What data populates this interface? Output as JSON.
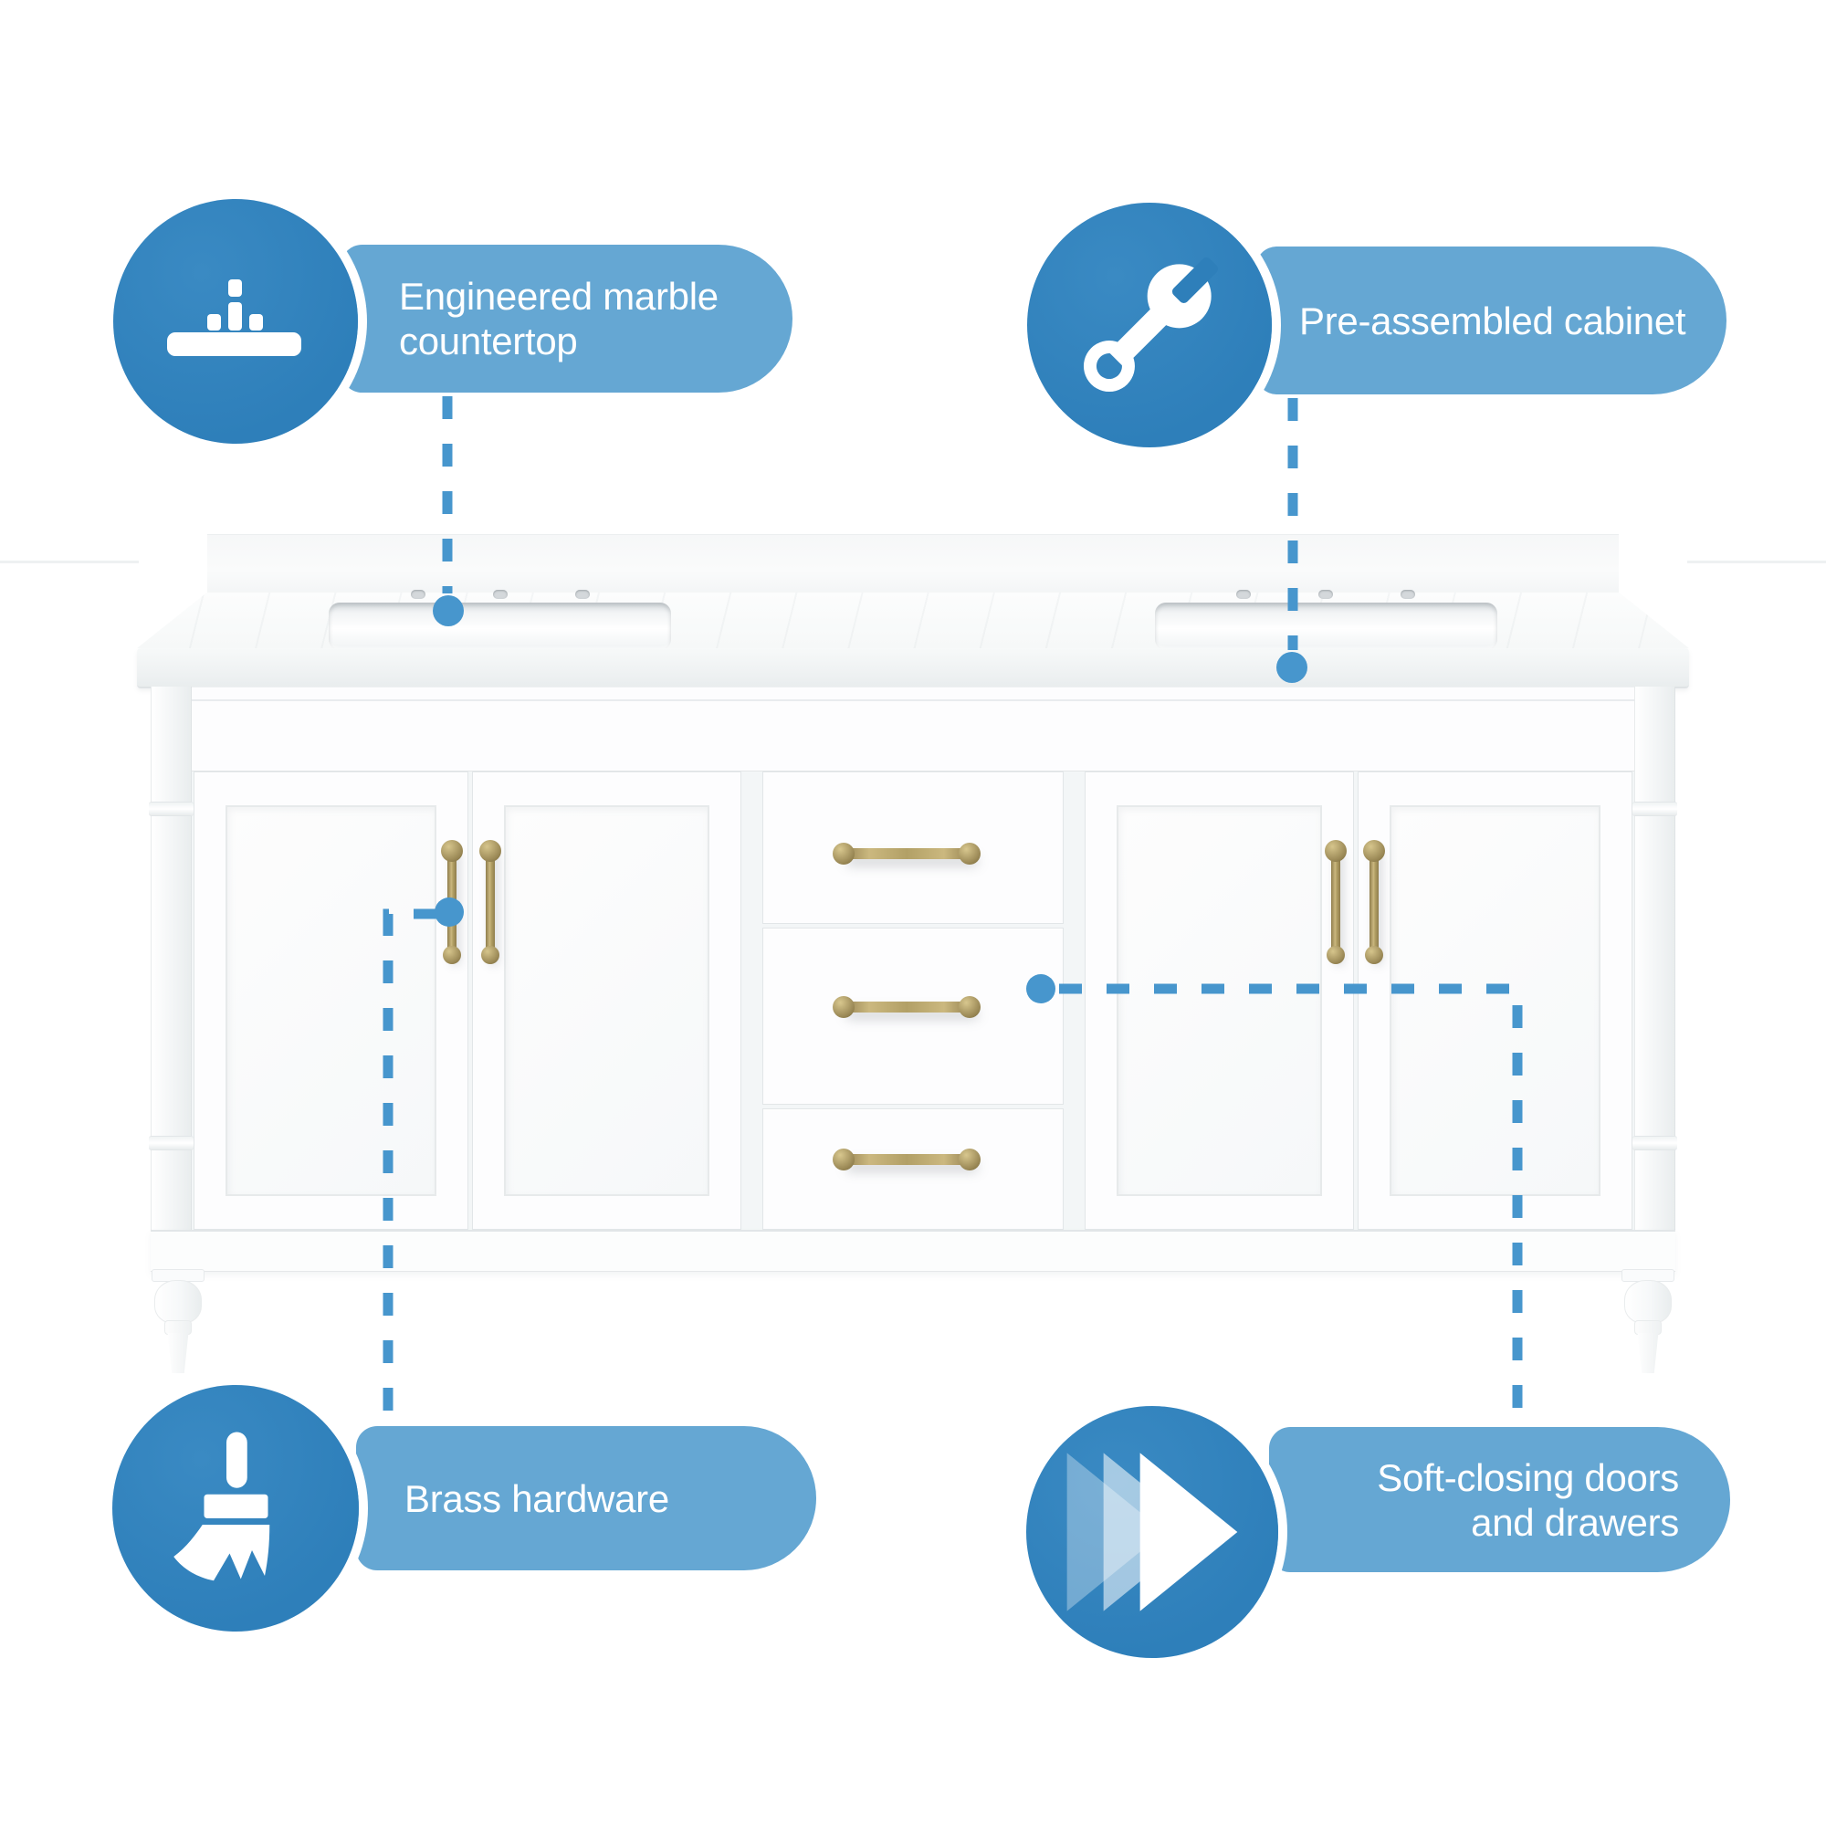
{
  "scene": {
    "description": "White double-sink bathroom vanity with marble countertop and backsplash, four shaker doors, three center drawers, antique brass pulls and turned feet"
  },
  "callouts": {
    "countertop": {
      "icon": "countertop-icon",
      "lines": [
        "Engineered marble",
        "countertop"
      ]
    },
    "cabinet": {
      "icon": "wrench-icon",
      "lines": [
        "Pre-assembled cabinet"
      ]
    },
    "hardware": {
      "icon": "brush-icon",
      "lines": [
        "Brass hardware"
      ]
    },
    "soft_close": {
      "icon": "fast-forward-icon",
      "lines": [
        "Soft-closing doors",
        "and drawers"
      ]
    }
  },
  "colors": {
    "callout_circle": "#2e7fba",
    "callout_pill": "#65a7d3",
    "connector": "#4796cd",
    "label_text": "#ffffff",
    "brass_hardware": "#a5935f",
    "vanity_white": "#fdfdfe"
  }
}
